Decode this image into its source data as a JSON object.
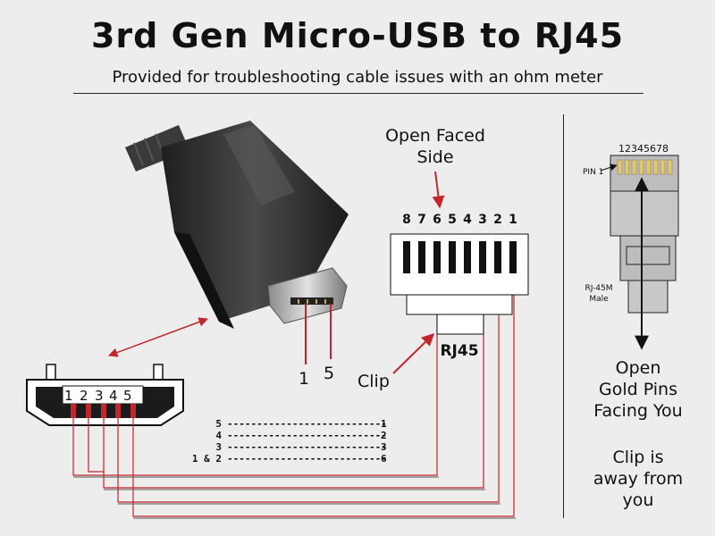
{
  "header": {
    "title": "3rd Gen Micro-USB to RJ45",
    "subtitle": "Provided for troubleshooting cable issues with an ohm meter"
  },
  "micro_usb_plug": {
    "pin_labels": [
      "1",
      "5"
    ]
  },
  "micro_usb_face": {
    "pins": [
      "1",
      "2",
      "3",
      "4",
      "5"
    ]
  },
  "pinout_table": [
    {
      "usb": "5",
      "dashes": "---------------------------",
      "rj45": "1"
    },
    {
      "usb": "4",
      "dashes": "---------------------------",
      "rj45": "2"
    },
    {
      "usb": "3",
      "dashes": "---------------------------",
      "rj45": "3"
    },
    {
      "usb": "1 & 2",
      "dashes": "---------------------------",
      "rj45": "6"
    }
  ],
  "rj45_jack": {
    "open_faced_label_line1": "Open Faced",
    "open_faced_label_line2": "Side",
    "pin_numbers": [
      "8",
      "7",
      "6",
      "5",
      "4",
      "3",
      "2",
      "1"
    ],
    "body_label": "RJ45",
    "clip_label": "Clip"
  },
  "rj45_plug": {
    "pin_header": "12345678",
    "pin1_label": "PIN 1",
    "model_line1": "RJ-45M",
    "model_line2": "Male",
    "caption_lines": [
      "Open",
      "Gold Pins",
      "Facing You",
      "",
      "Clip is",
      "away from",
      "you"
    ]
  },
  "colors": {
    "background": "#ededed",
    "wire": "#c0262b",
    "plug_body": "#2b2b2b",
    "gold_pin": "#e2c86a"
  }
}
